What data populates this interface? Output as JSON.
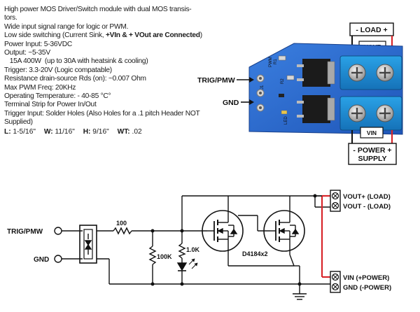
{
  "spec": {
    "line1": "High power MOS Driver/Switch module with dual MOS transis-",
    "line2": "tors.",
    "line3": "Wide input signal range for logic or PWM.",
    "line4_pre": "Low side switching (Current Sink, ",
    "line4_bold": "+VIn & + VOut are Connected",
    "line4_post": ")",
    "line5": "Power Input: 5-36VDC",
    "line6": "Output: ~5-35V",
    "line7": "   15A 400W  (up to 30A with heatsink & cooling)",
    "line8": "Trigger: 3.3-20V (Logic compatable)",
    "line9": "Resistance drain-source Rds (on): ~0.007 Ohm",
    "line10": "Max PWM Freq: 20KHz",
    "line11": "Operating Temperature: - 40-85 °C°",
    "line12": "Terminal Strip for Power In/Out",
    "line13": "Trigger Input: Solder Holes (Also Holes for a .1 pitch Header NOT",
    "line14": "Supplied)"
  },
  "dimensions": {
    "l_label": "L:",
    "l_value": "1-5/16\"",
    "w_label": "W:",
    "w_value": "11/16\"",
    "h_label": "H:",
    "h_value": "9/16\"",
    "wt_label": "WT:",
    "wt_value": ".02"
  },
  "board": {
    "load_label": "- LOAD +",
    "vout_label": "VOUT",
    "vin_label": "VIN",
    "power_line1": "- POWER +",
    "power_line2": "SUPPLY",
    "trig_label": "TRIG/PMW",
    "gnd_label": "GND",
    "silk_pwm": "PWM",
    "silk_r1": "R1",
    "silk_r2": "R2",
    "silk_j1": "J1",
    "silk_led": "LED"
  },
  "schematic": {
    "trig_label": "TRIG/PMW",
    "gnd_label": "GND",
    "r100": "100",
    "r100k": "100K",
    "r1k": "1.0K",
    "mosfet_label": "D4184x2",
    "vout_plus": "VOUT+ (LOAD)",
    "vout_minus": "VOUT - (LOAD)",
    "vin_plus": "VIN (+POWER)",
    "gnd_minus": "GND (-POWER)"
  },
  "colors": {
    "board_blue": "#2c6bd0",
    "terminal_blue": "#1c8fd6",
    "red_wire": "#d8262b"
  }
}
